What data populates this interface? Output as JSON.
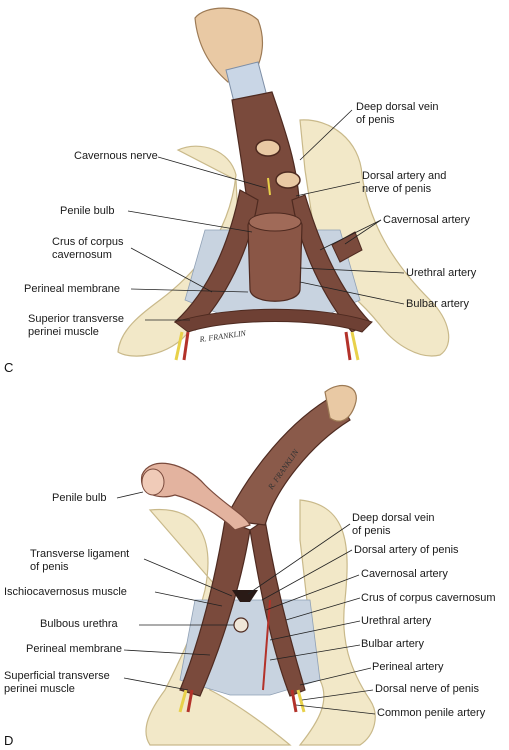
{
  "panel_c": {
    "letter": "C",
    "signature": "R. FRANKLIN",
    "labels": {
      "deep_dorsal_vein": [
        "Deep dorsal vein",
        "of penis"
      ],
      "cavernous_nerve": "Cavernous nerve",
      "dorsal_artery_nerve": [
        "Dorsal artery and",
        "nerve of penis"
      ],
      "penile_bulb": "Penile bulb",
      "cavernosal_artery": "Cavernosal artery",
      "crus": [
        "Crus of corpus",
        "cavernosum"
      ],
      "urethral_artery": "Urethral artery",
      "perineal_membrane": "Perineal membrane",
      "bulbar_artery": "Bulbar artery",
      "superior_transverse": [
        "Superior transverse",
        "perinei muscle"
      ]
    }
  },
  "panel_d": {
    "letter": "D",
    "signature": "R. FRANKLIN",
    "labels": {
      "penile_bulb": "Penile bulb",
      "deep_dorsal_vein": [
        "Deep dorsal vein",
        "of penis"
      ],
      "transverse_ligament": [
        "Transverse ligament",
        "of penis"
      ],
      "dorsal_artery": "Dorsal artery of penis",
      "cavernosal_artery": "Cavernosal artery",
      "ischiocavernosus": "Ischiocavernosus muscle",
      "crus": "Crus of corpus cavernosum",
      "bulbous_urethra": "Bulbous urethra",
      "urethral_artery": "Urethral artery",
      "bulbar_artery": "Bulbar artery",
      "perineal_membrane": "Perineal membrane",
      "perineal_artery": "Perineal artery",
      "superficial_transverse": [
        "Superficial transverse",
        "perinei muscle"
      ],
      "dorsal_nerve": "Dorsal nerve of penis",
      "common_penile_artery": "Common penile artery"
    }
  },
  "colors": {
    "bone": "#f2e8c8",
    "bone_edge": "#c9b98a",
    "muscle": "#7a4a3c",
    "muscle_dark": "#4e2a20",
    "skin": "#e9c9a4",
    "membrane": "#c8d3e0",
    "nerve": "#e8d14a",
    "artery": "#b3322a"
  }
}
